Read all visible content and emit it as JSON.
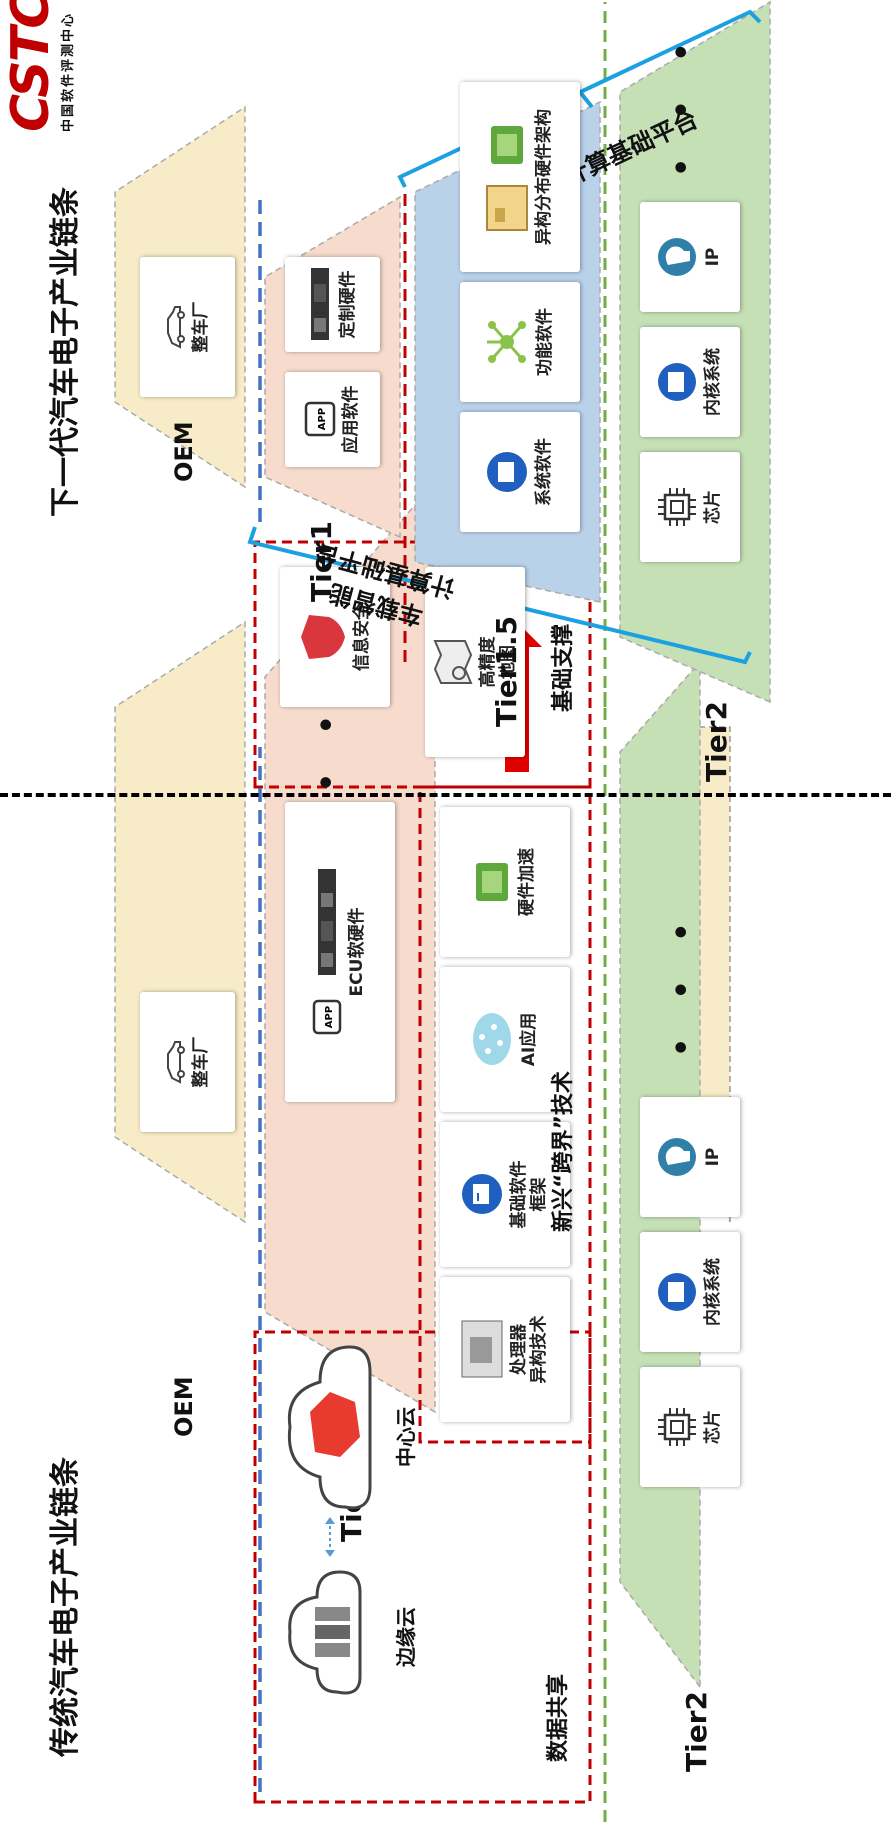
{
  "logo": {
    "text": "CSTC",
    "tagline": "中国软件评测中心"
  },
  "left": {
    "title": "传统汽车电子产业链条",
    "oem_label": "OEM",
    "oem_card": "整车厂",
    "tier1_label": "Tier1",
    "tier1_card": "ECU软硬件",
    "tier1_dots": "• • •",
    "tier2_label": "Tier2",
    "tier2_cards": [
      "芯片",
      "内核系统",
      "IP"
    ],
    "tier2_dots": "• • •",
    "data_sharing": {
      "caption": "数据共享",
      "center_cloud": "中心云",
      "edge_cloud": "边缘云"
    },
    "emerging": {
      "caption": "新兴“跨界”技术",
      "cards": [
        "处理器\n异构技术",
        "基础软件\n框架",
        "AI应用",
        "硬件加速"
      ]
    },
    "foundation": {
      "caption": "基础支撑",
      "cards": [
        "信息安全",
        "高精度\n地图"
      ]
    }
  },
  "right": {
    "title": "下一代汽车电子产业链条",
    "oem_label": "OEM",
    "oem_card": "整车厂",
    "tier1_label": "Tier1",
    "tier1_cards": [
      "应用软件",
      "定制硬件"
    ],
    "tier15_label": "Tier1.5",
    "computer_label": "车载智能\n计算基础平台",
    "platform_label": "车载智能计算基础平台",
    "tier15_cards": [
      "系统软件",
      "功能软件",
      "异构分布硬件架构"
    ],
    "tier2_label": "Tier2",
    "tier2_cards": [
      "芯片",
      "内核系统",
      "IP"
    ],
    "tier2_dots": "• • •"
  },
  "colors": {
    "oem_fill": "#f8ecc8",
    "tier1_fill": "#f7dccd",
    "tier15_fill": "#b9d2ea",
    "tier2_fill": "#c6e0b6",
    "blue_dash": "#4472c4",
    "red_dash": "#c00000",
    "green_dash": "#70ad47",
    "bracket": "#1ba1e2",
    "arrow": "#e00000"
  }
}
